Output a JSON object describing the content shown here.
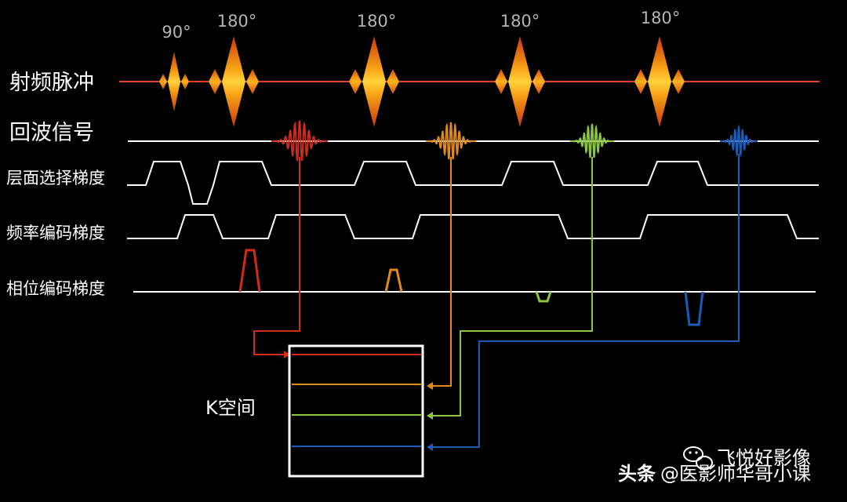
{
  "rows": {
    "rf_pulse": "射频脉冲",
    "echo_signal": "回波信号",
    "slice_select_gradient": "层面选择梯度",
    "frequency_encoding_gradient": "频率编码梯度",
    "phase_encoding_gradient": "相位编码梯度"
  },
  "pulses": [
    {
      "label": "90°"
    },
    {
      "label": "180°"
    },
    {
      "label": "180°"
    },
    {
      "label": "180°"
    },
    {
      "label": "180°"
    }
  ],
  "k_space": {
    "label": "K空间"
  },
  "colors": {
    "background": "#000000",
    "rf_line": "#e0431f",
    "baseline": "#ffffff",
    "angle_text": "#b5b5b5",
    "echo_1": "#d42a1a",
    "echo_2": "#e08a1e",
    "echo_3": "#8cc63f",
    "echo_4": "#1c5bb8"
  },
  "watermark": {
    "platform": "头条",
    "handle": "@医影师华哥小课",
    "channel": "飞悦好影像",
    "wechat_icon": "wechat-icon"
  }
}
